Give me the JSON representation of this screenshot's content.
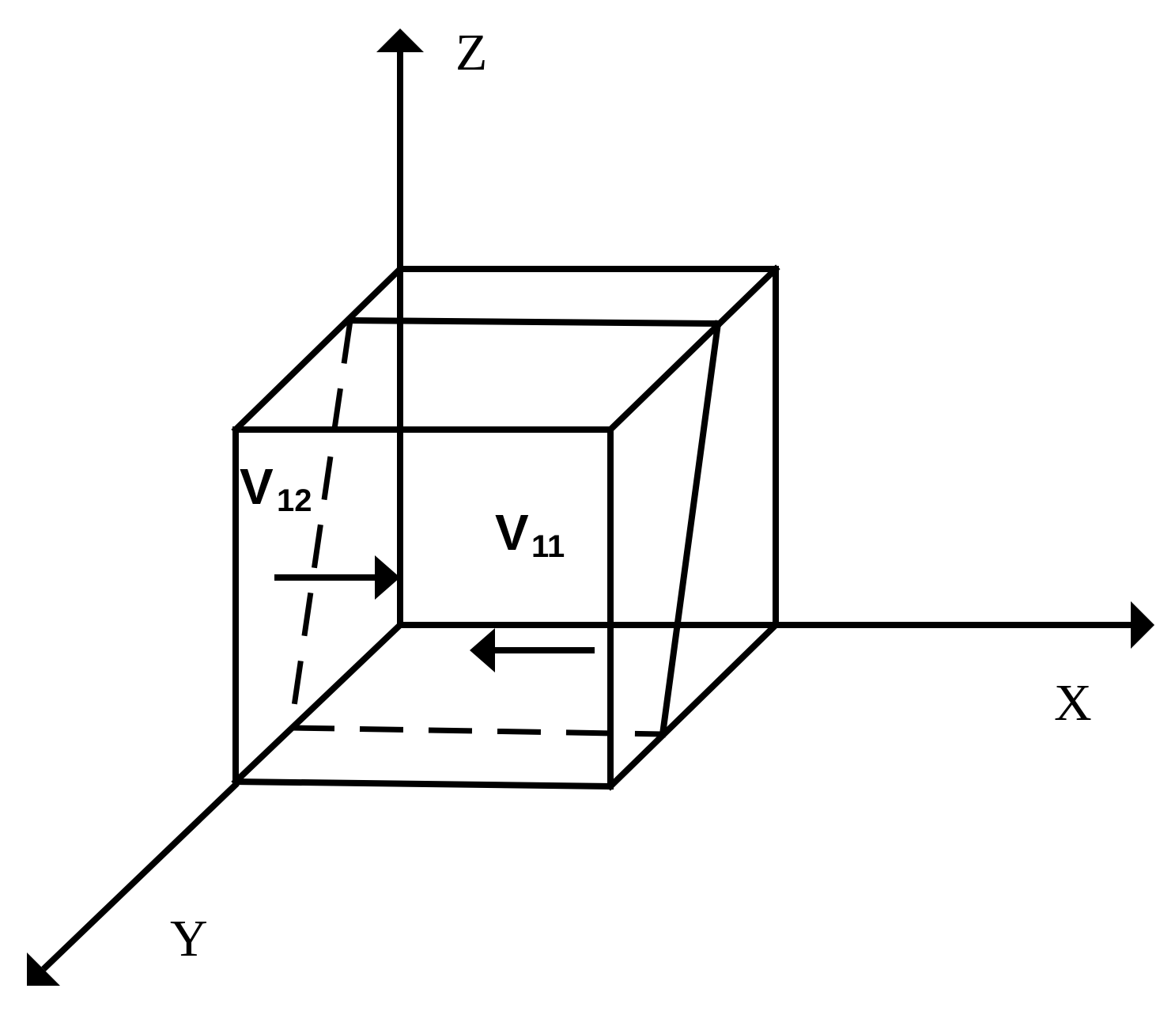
{
  "axes": {
    "x_label": "X",
    "y_label": "Y",
    "z_label": "Z"
  },
  "labels": {
    "v11_main": "V",
    "v11_sub": "11",
    "v12_main": "V",
    "v12_sub": "12"
  }
}
